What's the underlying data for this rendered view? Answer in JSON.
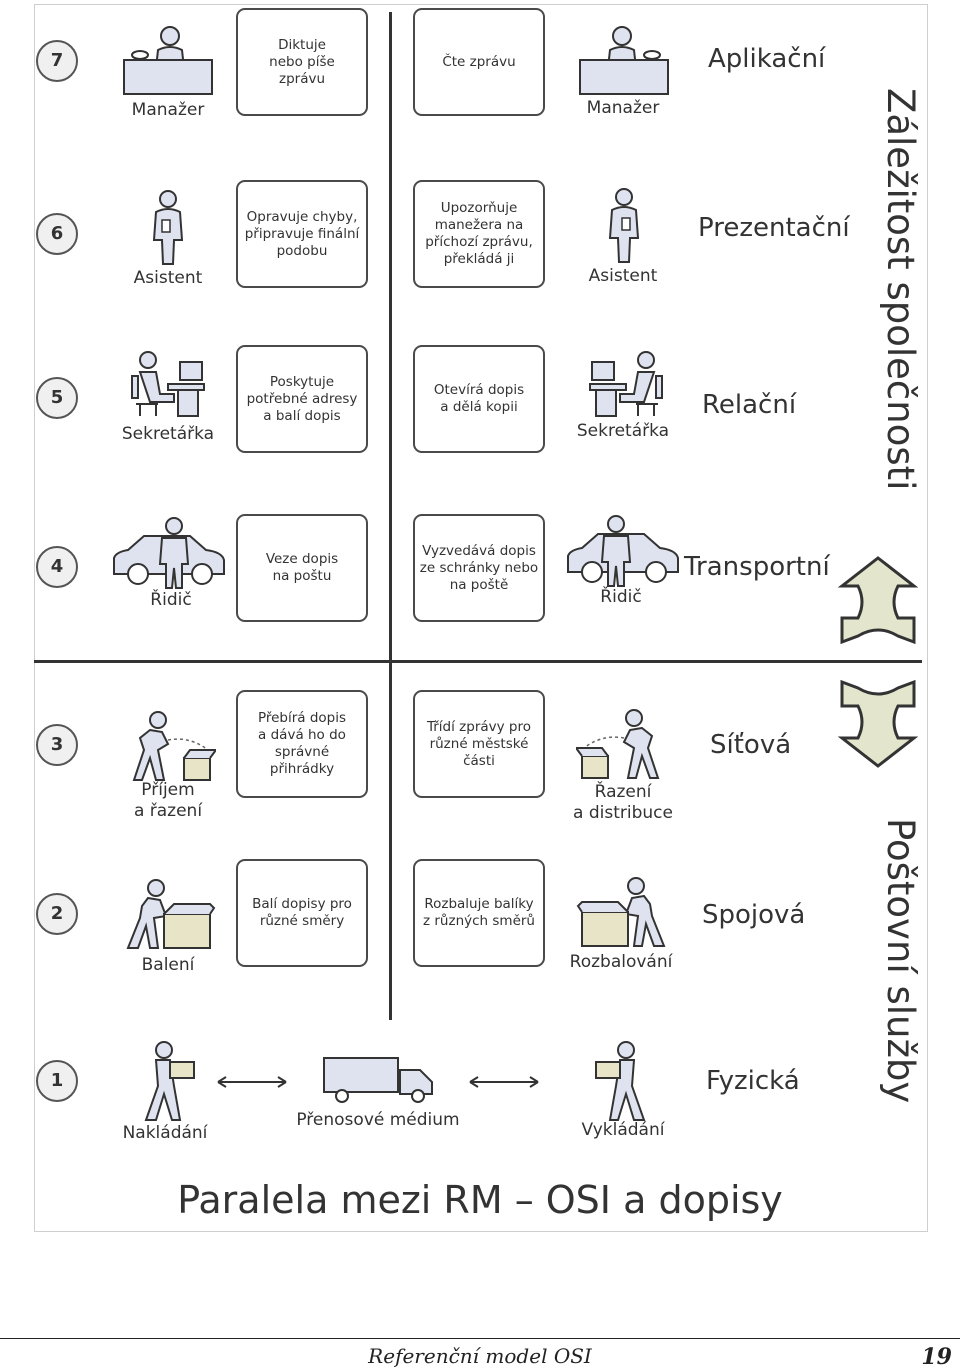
{
  "layers": [
    {
      "num": "7",
      "left_label": "Manažer",
      "left_box": "Diktuje\nnebo píše\nzprávu",
      "right_box": "Čte zprávu",
      "right_label": "Manažer",
      "layer": "Aplikační",
      "left_icon": "desk-person-icon",
      "right_icon": "desk-person-icon"
    },
    {
      "num": "6",
      "left_label": "Asistent",
      "left_box": "Opravuje chyby,\npřipravuje finální\npodobu",
      "right_box": "Upozorňuje\nmanežera na\npříchozí zprávu,\npřekládá ji",
      "right_label": "Asistent",
      "layer": "Prezentační",
      "left_icon": "standing-person-icon",
      "right_icon": "standing-person-icon"
    },
    {
      "num": "5",
      "left_label": "Sekretářka",
      "left_box": "Poskytuje\npotřebné adresy\na balí dopis",
      "right_box": "Otevírá dopis\na dělá kopii",
      "right_label": "Sekretářka",
      "layer": "Relační",
      "left_icon": "computer-person-icon",
      "right_icon": "computer-person-icon"
    },
    {
      "num": "4",
      "left_label": "Řidič",
      "left_box": "Veze dopis\nna poštu",
      "right_box": "Vyzvedává dopis\nze schránky nebo\nna poště",
      "right_label": "Řidič",
      "layer": "Transportní",
      "left_icon": "car-person-icon",
      "right_icon": "car-person-icon"
    },
    {
      "num": "3",
      "left_label": "Příjem\na řazení",
      "left_box": "Přebírá dopis\na dává ho do\nsprávné\npřihrádky",
      "right_box": "Třídí zprávy pro\nrůzné městské\nčásti",
      "right_label": "Řazení\na distribuce",
      "layer": "Síťová",
      "left_icon": "sorting-person-icon",
      "right_icon": "sorting-person-icon"
    },
    {
      "num": "2",
      "left_label": "Balení",
      "left_box": "Balí dopisy pro\nrůzné směry",
      "right_box": "Rozbaluje balíky\nz různých směrů",
      "right_label": "Rozbalování",
      "layer": "Spojová",
      "left_icon": "packing-person-icon",
      "right_icon": "packing-person-icon"
    },
    {
      "num": "1",
      "left_label": "Nakládání",
      "medium_label": "Přenosové médium",
      "right_label": "Vykládání",
      "layer": "Fyzická",
      "left_icon": "carrying-person-icon",
      "right_icon": "carrying-person-icon",
      "medium_icon": "truck-icon"
    }
  ],
  "group_top": "Záležitost společnosti",
  "group_bottom": "Poštovní služby",
  "title": "Paralela mezi RM – OSI a dopisy",
  "footer": "Referenční model OSI",
  "page_number": "19",
  "colors": {
    "icon_fill": "#dfe3f0",
    "arrow_fill": "#e3e6cc",
    "line": "#333333"
  }
}
